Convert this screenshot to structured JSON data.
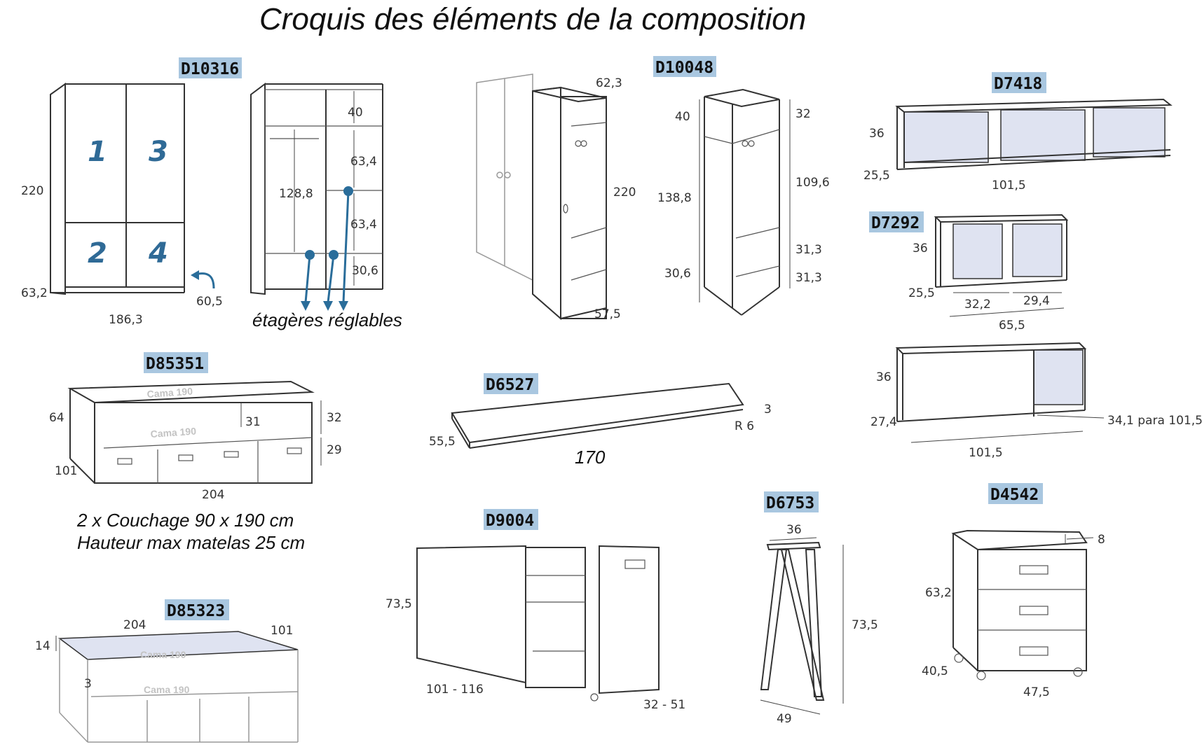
{
  "title": "Croquis des éléments de la composition",
  "codes": {
    "wardrobe": "D10316",
    "column": "D10048",
    "shelf_long": "D7418",
    "shelf_small": "D7292",
    "bed_drawers": "D85351",
    "desk_top": "D6527",
    "bed_low": "D85323",
    "desk_unit": "D9004",
    "trestle": "D6753",
    "drawer_unit": "D4542"
  },
  "wardrobe": {
    "height": "220",
    "depth": "63,2",
    "width": "186,3",
    "door": "60,5",
    "doors": [
      "1",
      "3",
      "2",
      "4"
    ],
    "inner_top": "40",
    "inner_hang": "128,8",
    "inner_s1": "63,4",
    "inner_s2": "63,4",
    "inner_bottom": "30,6",
    "note": "étagères réglables"
  },
  "column_open": {
    "width": "62,3",
    "height": "220",
    "depth": "57,5"
  },
  "column_detail": {
    "top_left": "40",
    "mid_left": "138,8",
    "bottom_left": "30,6",
    "top_right": "32",
    "mid_right": "109,6",
    "s1_right": "31,3",
    "s2_right": "31,3"
  },
  "shelf_long": {
    "height": "36",
    "depth": "25,5",
    "width": "101,5"
  },
  "shelf_small": {
    "height": "36",
    "depth": "25,5",
    "left": "32,2",
    "right": "29,4",
    "width": "65,5"
  },
  "shelf_box": {
    "height": "36",
    "depth": "27,4",
    "width": "101,5",
    "extension": "34,1 para 101,5"
  },
  "bed_drawers": {
    "height": "64",
    "depth": "101",
    "width": "204",
    "top_gap": "31",
    "upper": "32",
    "lower": "29",
    "mark": "Cama 190",
    "note1": "2 x Couchage 90 x 190 cm",
    "note2": "Hauteur max matelas 25 cm"
  },
  "desk_top": {
    "length": "170",
    "depth": "55,5",
    "thickness": "3",
    "radius": "R 6"
  },
  "bed_low": {
    "width": "204",
    "depth": "101",
    "rail": "14",
    "base": "3",
    "mark": "Cama 190"
  },
  "desk_unit": {
    "height": "73,5",
    "width": "101 - 116",
    "depth": "32 - 51"
  },
  "trestle": {
    "top": "36",
    "height": "73,5",
    "base": "49"
  },
  "drawer_unit": {
    "height": "63,2",
    "depth": "40,5",
    "width": "47,5",
    "rim": "8"
  }
}
